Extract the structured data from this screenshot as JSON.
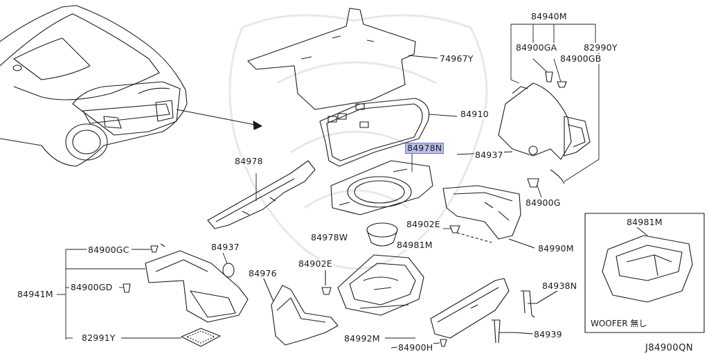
{
  "labels": {
    "p74967y": "74967Y",
    "p84910": "84910",
    "p84978n": "84978N",
    "p84978": "84978",
    "p84937_r": "84937",
    "p84940m": "84940M",
    "p84900ga": "84900GA",
    "p84900gb": "84900GB",
    "p82990y": "82990Y",
    "p84900g": "84900G",
    "p84902e_r": "84902E",
    "p84978w": "84978W",
    "p84990m": "84990M",
    "p84900gc": "84900GC",
    "p84937_l": "84937",
    "p84941m": "84941M",
    "p84900gd": "84900GD",
    "p82991y": "82991Y",
    "p84976": "84976",
    "p84902e_c": "84902E",
    "p84981m_c": "84981M",
    "p84938n": "84938N",
    "p84939": "84939",
    "p84992m": "84992M",
    "p84900h": "84900H",
    "p84981m_box": "84981M"
  },
  "inset_note": "WOOFER 無し",
  "diagram_code": "J84900QN",
  "highlight_color": "#b9bfe8"
}
